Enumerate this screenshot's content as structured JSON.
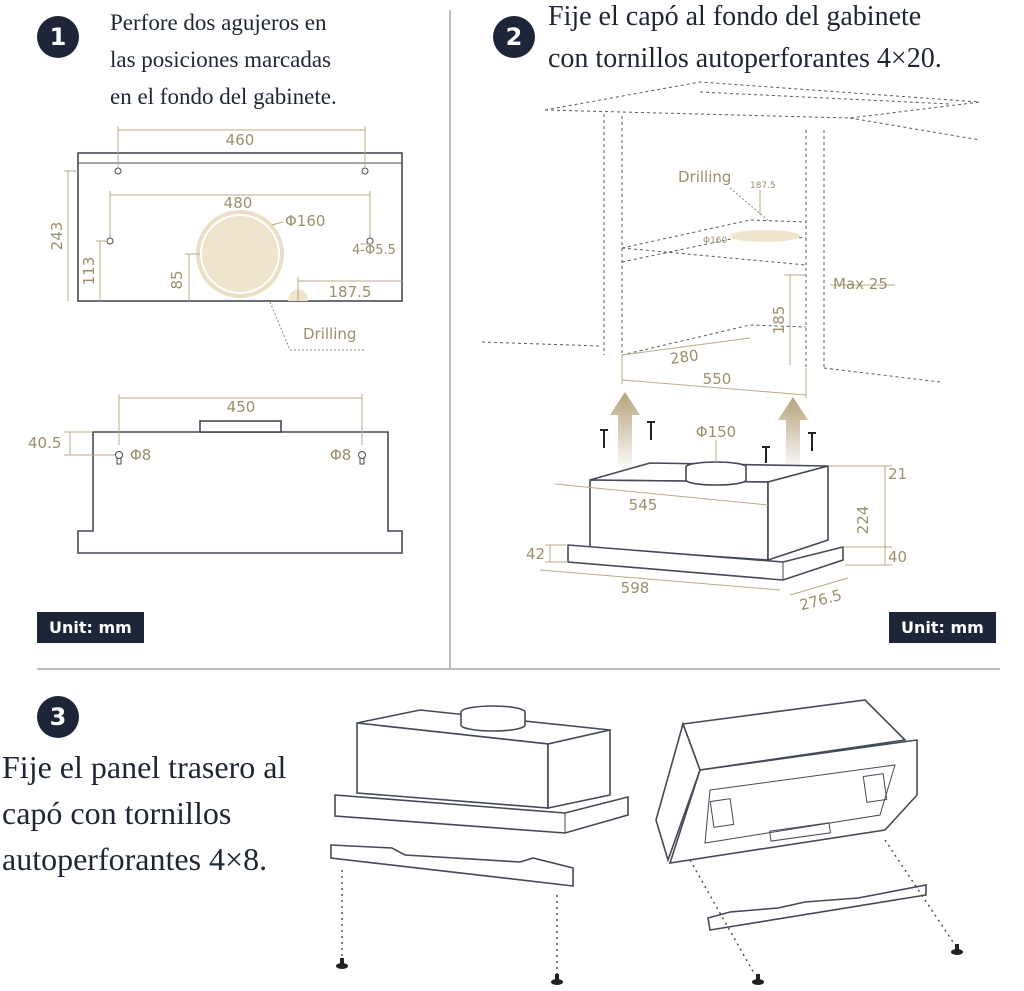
{
  "steps": [
    {
      "number": "1",
      "text_lines": [
        "Perfore dos agujeros en",
        "las posiciones marcadas",
        "en el fondo del gabinete."
      ]
    },
    {
      "number": "2",
      "text_lines": [
        "Fije el capó al fondo del gabinete",
        "con tornillos autoperforantes 4×20."
      ]
    },
    {
      "number": "3",
      "text_lines": [
        "Fije el panel trasero al",
        "capó con tornillos",
        "autoperforantes 4×8."
      ]
    }
  ],
  "unit_label": "Unit: mm",
  "diagram1_top": {
    "dim_width_top": "460",
    "dim_width_inner": "480",
    "dim_height": "243",
    "dim_hole_height": "113",
    "dim_center_height": "85",
    "dim_diameter": "Φ160",
    "dim_holes": "4-Φ5.5",
    "dim_offset": "187.5",
    "drilling_label": "Drilling"
  },
  "diagram1_front": {
    "dim_width": "450",
    "dim_height": "40.5",
    "hole_left": "Φ8",
    "hole_right": "Φ8"
  },
  "diagram2_cabinet": {
    "drilling_label": "Drilling",
    "dim_small": "187.5",
    "dim_diameter": "Φ160",
    "max_label": "Max 25",
    "dim_height": "185",
    "dim_depth": "280",
    "dim_width": "550"
  },
  "diagram2_hood": {
    "dim_duct": "Φ150",
    "dim_top": "21",
    "dim_width_body": "545",
    "dim_height_body": "224",
    "dim_front_height": "42",
    "dim_bottom": "40",
    "dim_total_width": "598",
    "dim_depth": "276.5"
  }
}
